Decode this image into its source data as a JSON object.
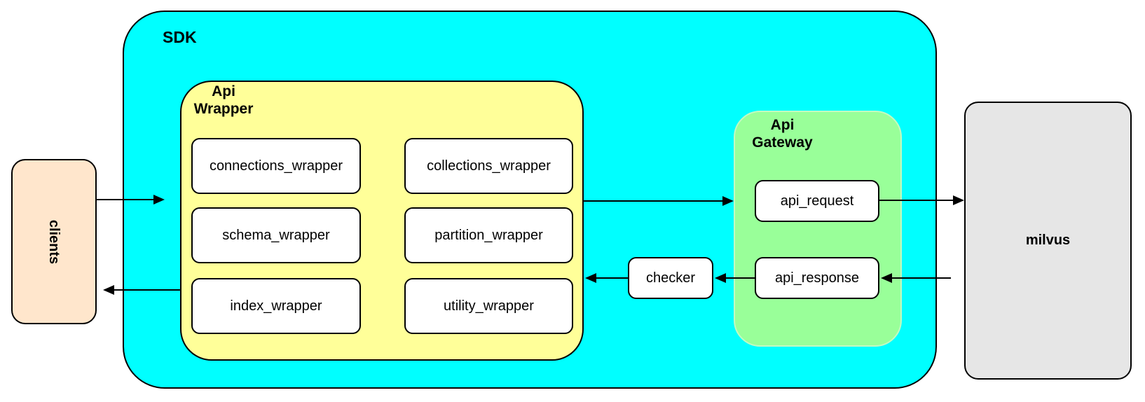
{
  "diagram": {
    "title_nodes": {
      "sdk_label": "SDK",
      "api_wrapper_line1": "Api",
      "api_wrapper_line2": "Wrapper",
      "api_gateway_line1": "Api",
      "api_gateway_line2": "Gateway"
    },
    "nodes": {
      "clients": "clients",
      "milvus": "milvus",
      "checker": "checker",
      "api_request": "api_request",
      "api_response": "api_response"
    },
    "modules": {
      "connections": "connections_wrapper",
      "collections": "collections_wrapper",
      "schema": "schema_wrapper",
      "partition": "partition_wrapper",
      "index": "index_wrapper",
      "utility": "utility_wrapper"
    },
    "edges": [
      {
        "from": "clients",
        "to": "sdk"
      },
      {
        "from": "api_wrapper",
        "to": "api_gateway"
      },
      {
        "from": "api_request",
        "to": "milvus"
      },
      {
        "from": "milvus",
        "to": "api_response"
      },
      {
        "from": "api_response",
        "to": "checker"
      },
      {
        "from": "checker",
        "to": "api_wrapper"
      },
      {
        "from": "api_wrapper",
        "to": "clients"
      }
    ],
    "colors": {
      "sdk_fill": "#00ffff",
      "api_wrapper_fill": "#ffff99",
      "api_gateway_fill": "#99ff99",
      "clients_fill": "#ffe6cc",
      "milvus_fill": "#e6e6e6",
      "module_fill": "#ffffff",
      "stroke": "#000000"
    }
  }
}
